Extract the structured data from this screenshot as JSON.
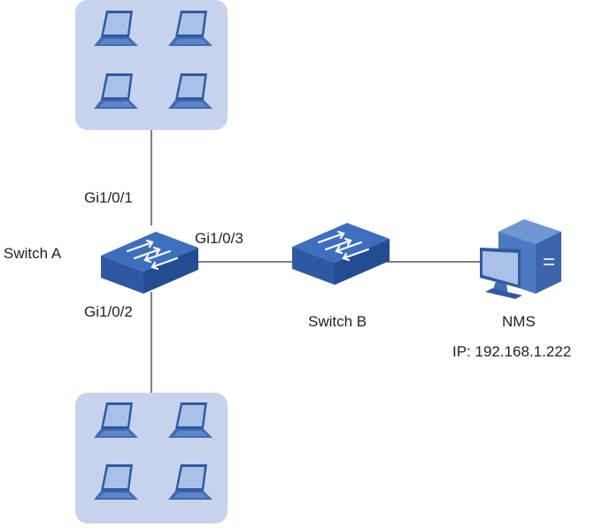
{
  "colors": {
    "group_bg": "#c7d3ec",
    "laptop_body": "#3f6cb4",
    "laptop_screen": "#a9c1e8",
    "laptop_outline": "#2f5aa0",
    "switch_top": "#3e6fbf",
    "switch_side": "#2d58a2",
    "pc_tower": "#4b79c2",
    "pc_screen": "#a9c1e8",
    "link": "#555555",
    "text": "#222222"
  },
  "icons": {
    "top_group": "laptop-group",
    "bottom_group": "laptop-group",
    "switch_a": "network-switch",
    "switch_b": "network-switch",
    "nms": "desktop-pc"
  },
  "labels": {
    "port_gi1": "Gi1/0/1",
    "port_gi2": "Gi1/0/2",
    "port_gi3": "Gi1/0/3",
    "switch_a": "Switch A",
    "switch_b": "Switch B",
    "nms": "NMS",
    "nms_ip": "IP: 192.168.1.222"
  }
}
